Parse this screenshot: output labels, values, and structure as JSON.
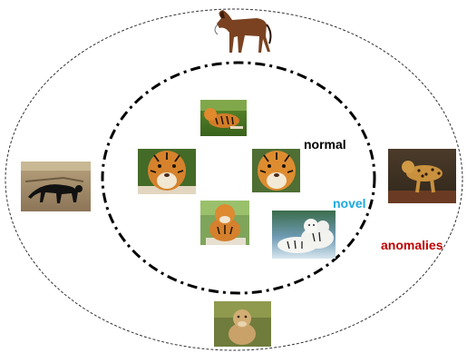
{
  "labels": {
    "normal": "normal",
    "novel": "novel",
    "anomalies": "anomalies"
  },
  "colors": {
    "normal": "#000000",
    "novel": "#1ba9de",
    "anomalies": "#c00000",
    "outer_ring": "#333333",
    "inner_ring": "#000000"
  },
  "icons": {
    "normal_samples": [
      "tiger-photo-icon",
      "tiger-face-photo-icon",
      "tiger-face-photo-icon",
      "tiger-photo-icon"
    ],
    "novel_samples": [
      "white-tiger-photo-icon"
    ],
    "anomaly_samples": [
      "horse-photo-icon",
      "black-panther-photo-icon",
      "jaguar-photo-icon",
      "lioness-photo-icon"
    ]
  }
}
